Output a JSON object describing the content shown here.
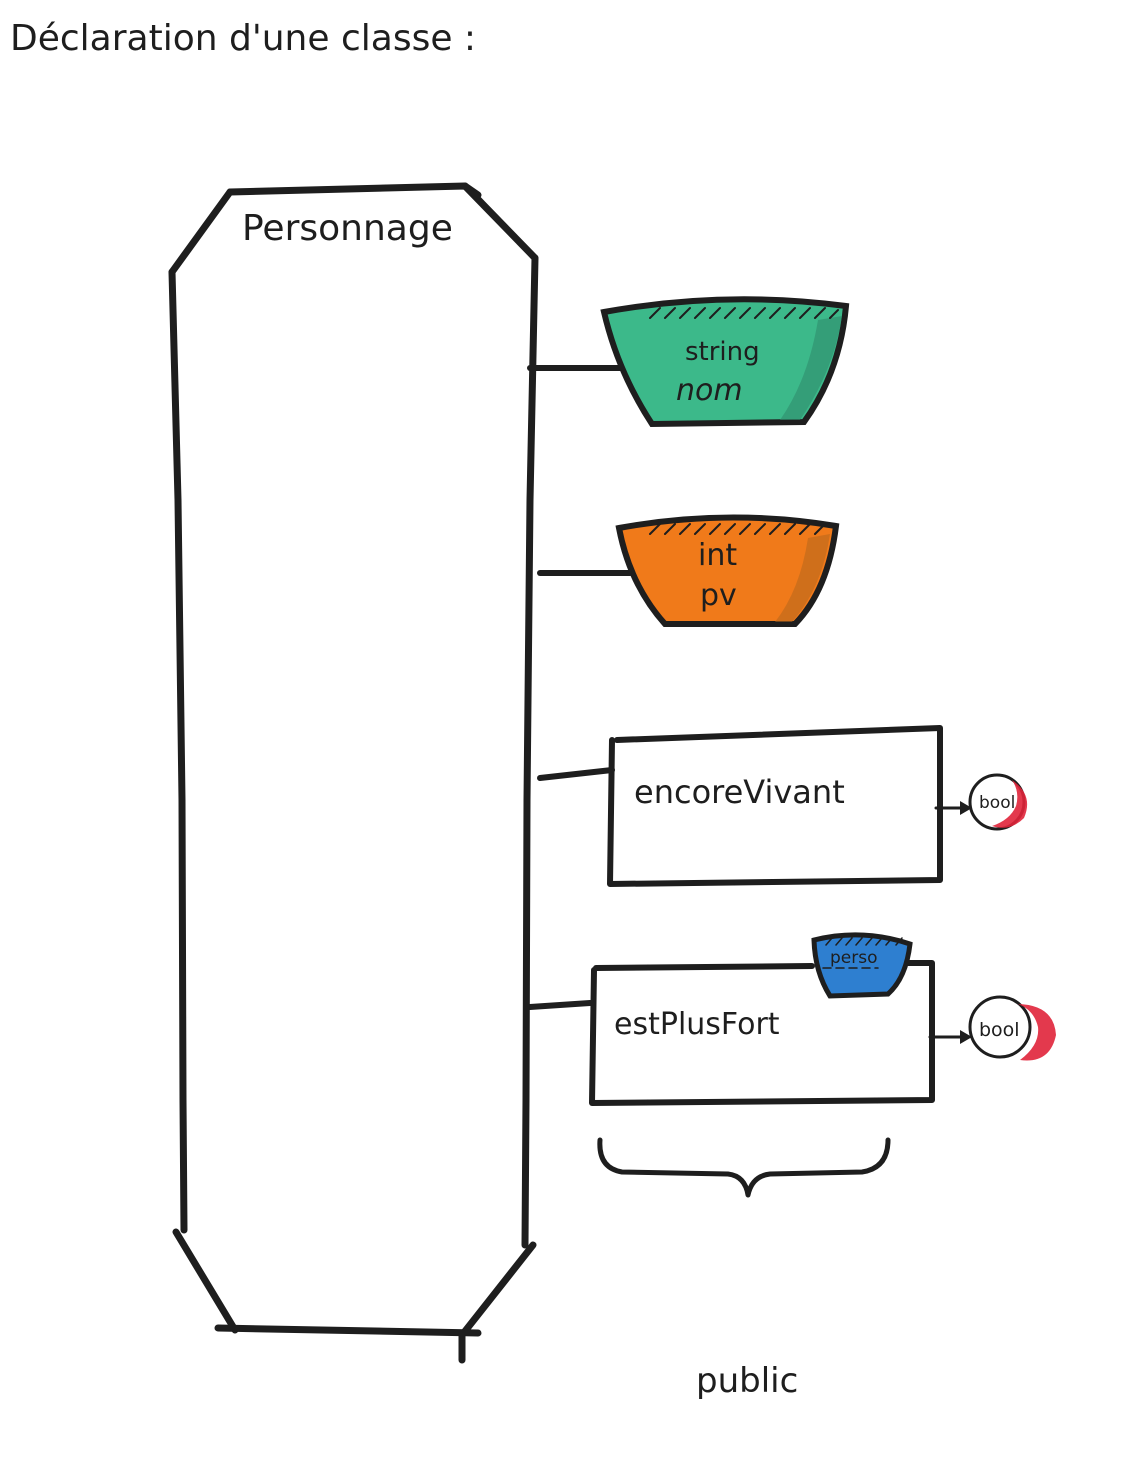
{
  "title": "Déclaration d'une classe :",
  "class": {
    "name": "Personnage"
  },
  "attributes": [
    {
      "type": "string",
      "name": "nom",
      "color": "#3cb98a",
      "shade": "#2f8c6c"
    },
    {
      "type": "int",
      "name": "pv",
      "color": "#f07a1a",
      "shade": "#b4661e"
    }
  ],
  "methods": [
    {
      "name": "encoreVivant",
      "returns": "bool",
      "return_color": "#e0243a"
    },
    {
      "name": "estPlusFort",
      "parameter": "perso",
      "parameter_color": "#2e7fd0",
      "returns": "bool",
      "return_color": "#e0243a"
    }
  ],
  "visibility": "public"
}
